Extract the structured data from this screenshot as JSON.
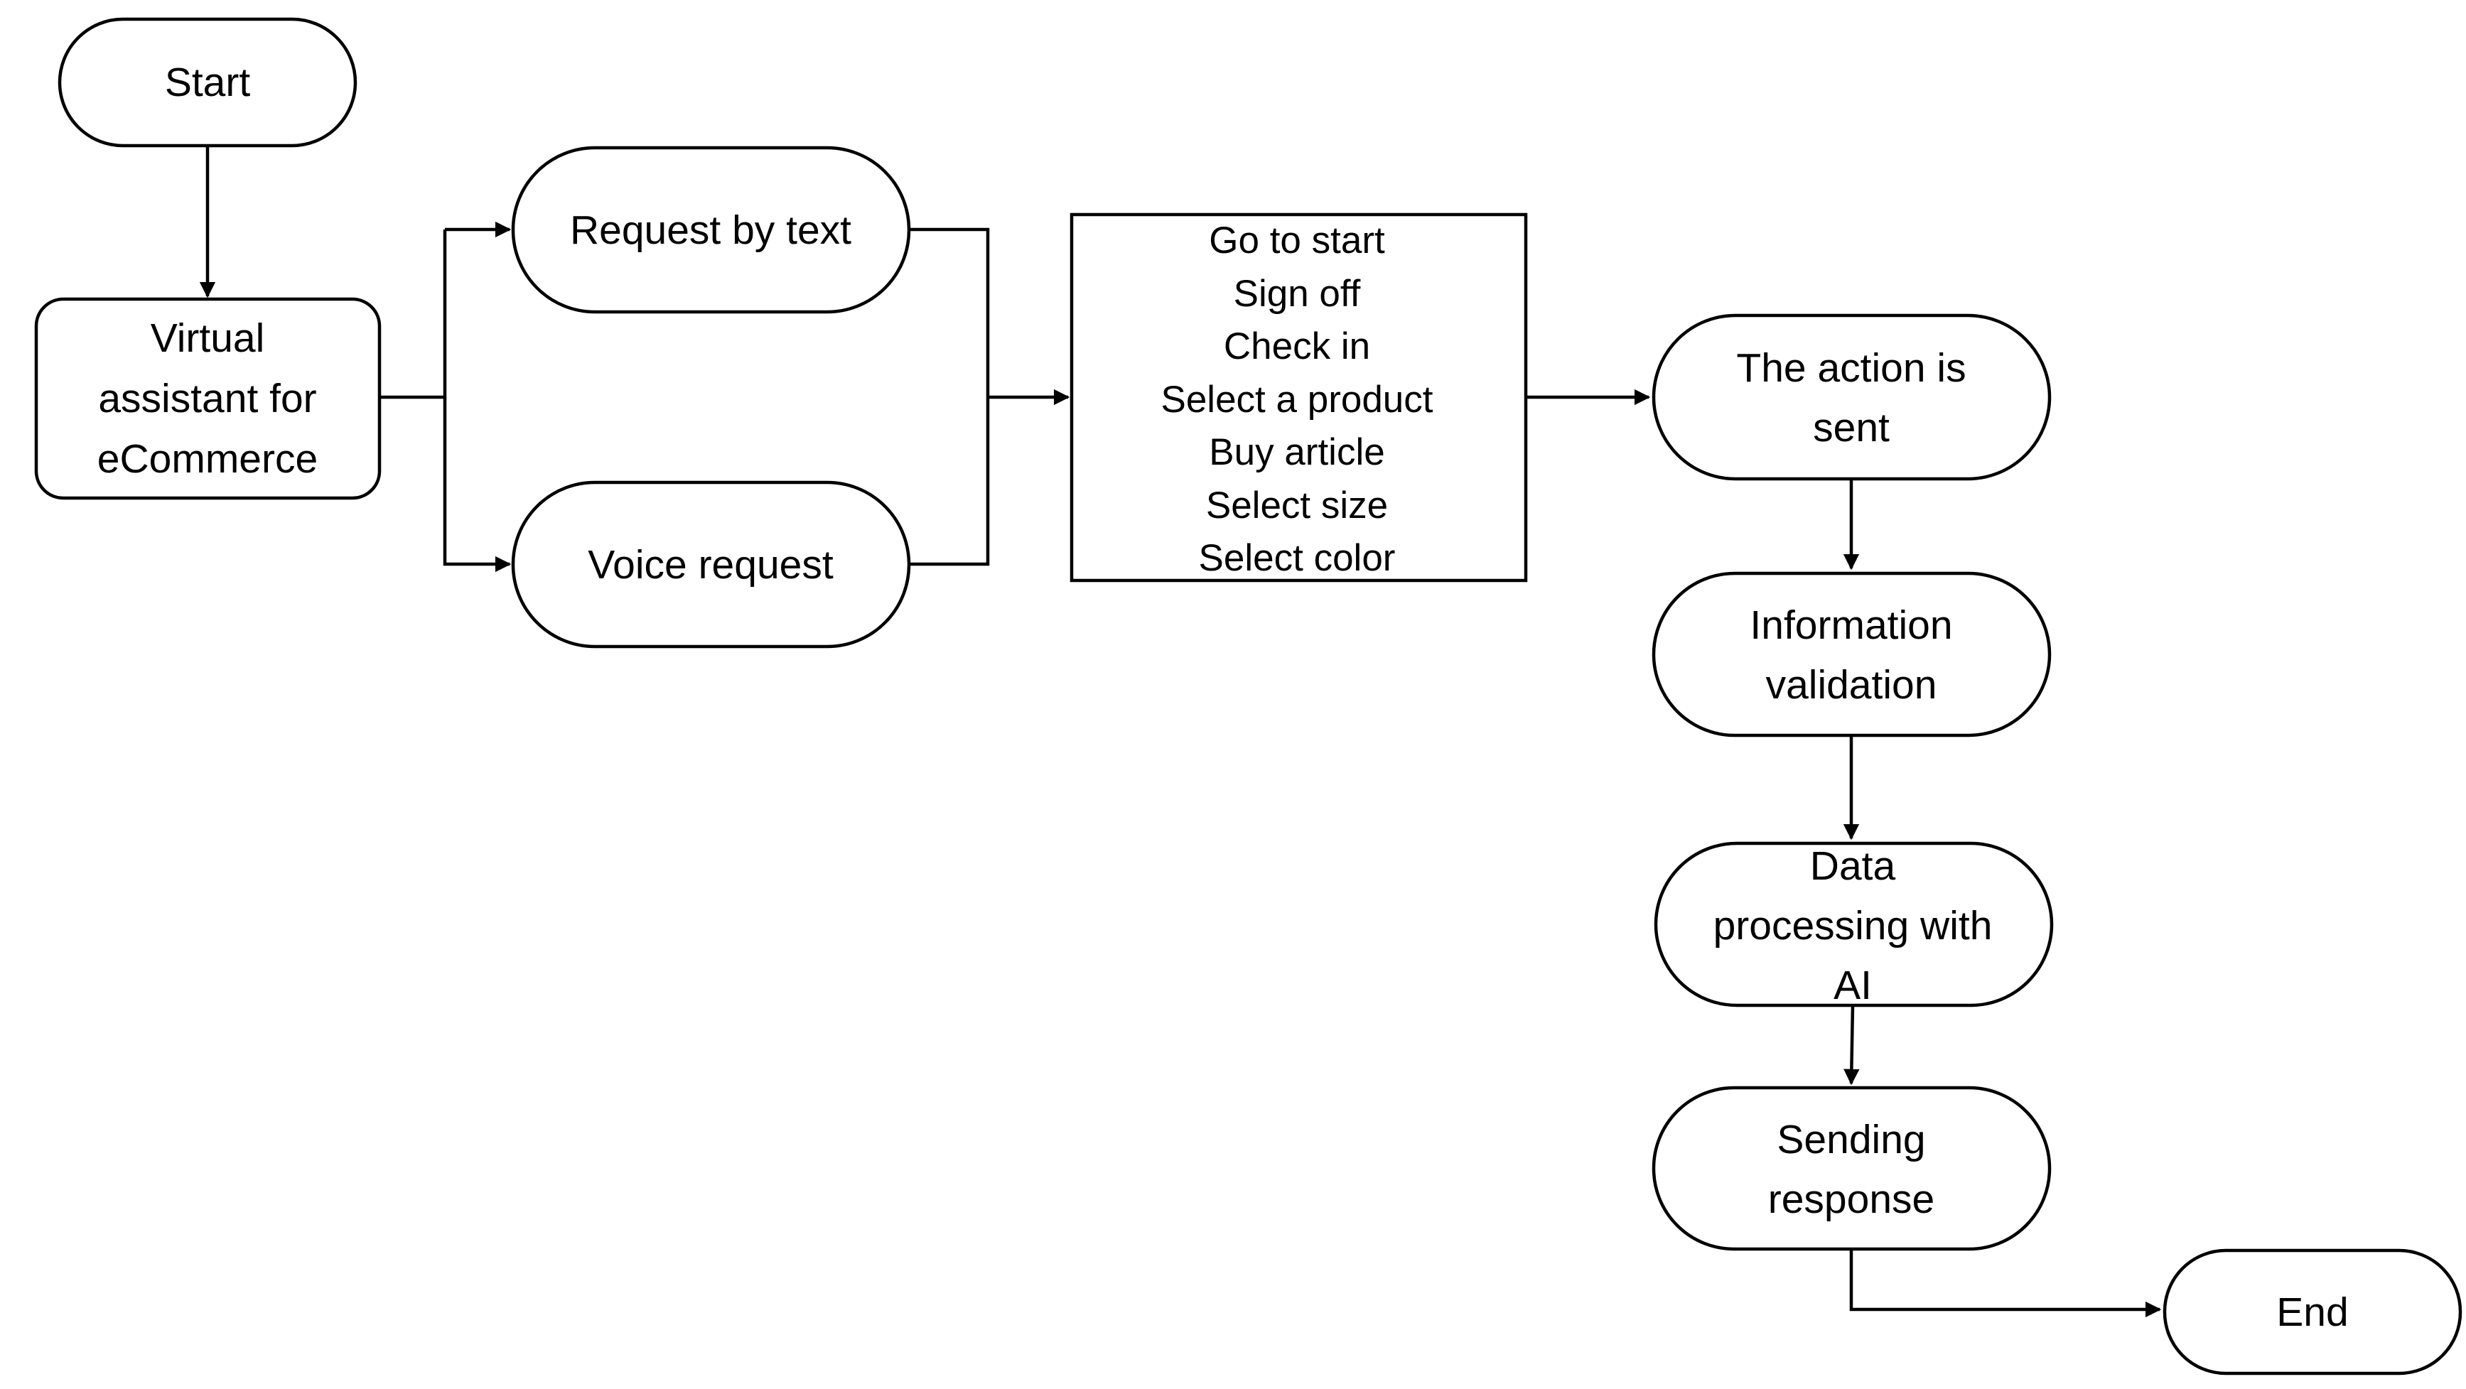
{
  "diagram": {
    "type": "flowchart",
    "nodes": {
      "start": "Start",
      "virtual_assistant": [
        "Virtual",
        "assistant for",
        "eCommerce"
      ],
      "request_text": "Request by text",
      "voice_request": "Voice request",
      "actions": [
        "Go to start",
        "Sign off",
        "Check in",
        "Select a product",
        "Buy article",
        "Select size",
        "Select color"
      ],
      "action_sent": [
        "The action is",
        "sent"
      ],
      "info_validation": [
        "Information",
        "validation"
      ],
      "data_processing": [
        "Data",
        "processing with",
        "AI"
      ],
      "sending_response": [
        "Sending",
        "response"
      ],
      "end": "End"
    },
    "edges": [
      {
        "from": "start",
        "to": "virtual_assistant"
      },
      {
        "from": "virtual_assistant",
        "to": "request_text"
      },
      {
        "from": "virtual_assistant",
        "to": "voice_request"
      },
      {
        "from": "request_text",
        "to": "actions"
      },
      {
        "from": "voice_request",
        "to": "actions"
      },
      {
        "from": "actions",
        "to": "action_sent"
      },
      {
        "from": "action_sent",
        "to": "info_validation"
      },
      {
        "from": "info_validation",
        "to": "data_processing"
      },
      {
        "from": "data_processing",
        "to": "sending_response"
      },
      {
        "from": "sending_response",
        "to": "end"
      }
    ]
  }
}
